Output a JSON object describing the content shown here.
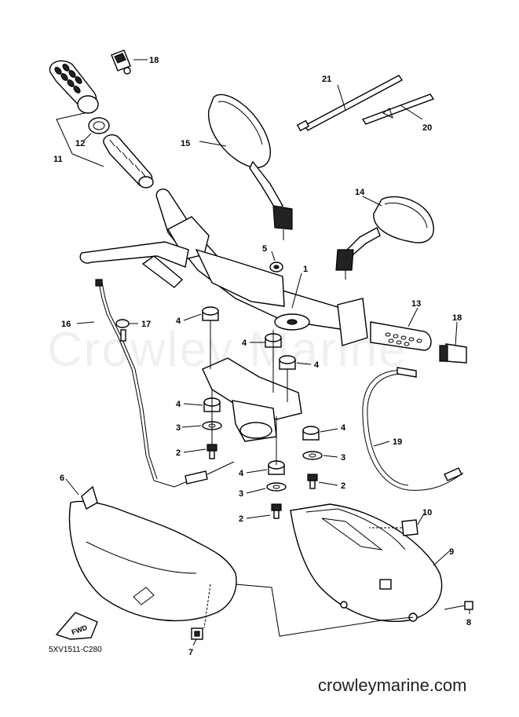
{
  "diagram": {
    "drawing_code": "5XV1511-C280",
    "website": "crowleymarine.com",
    "watermark": "Crowley Marine",
    "fwd_label": "FWD",
    "callouts": {
      "c18a": "18",
      "c21": "21",
      "c15": "15",
      "c20": "20",
      "c11": "11",
      "c12": "12",
      "c14": "14",
      "c5": "5",
      "c1": "1",
      "c13": "13",
      "c18b": "18",
      "c16": "16",
      "c17": "17",
      "c4a": "4",
      "c4b": "4",
      "c4c": "4",
      "c4d": "4",
      "c4e": "4",
      "c4f": "4",
      "c3a": "3",
      "c3b": "3",
      "c3c": "3",
      "c2a": "2",
      "c2b": "2",
      "c2c": "2",
      "c19": "19",
      "c6": "6",
      "c10": "10",
      "c9": "9",
      "c8": "8",
      "c7": "7"
    }
  }
}
